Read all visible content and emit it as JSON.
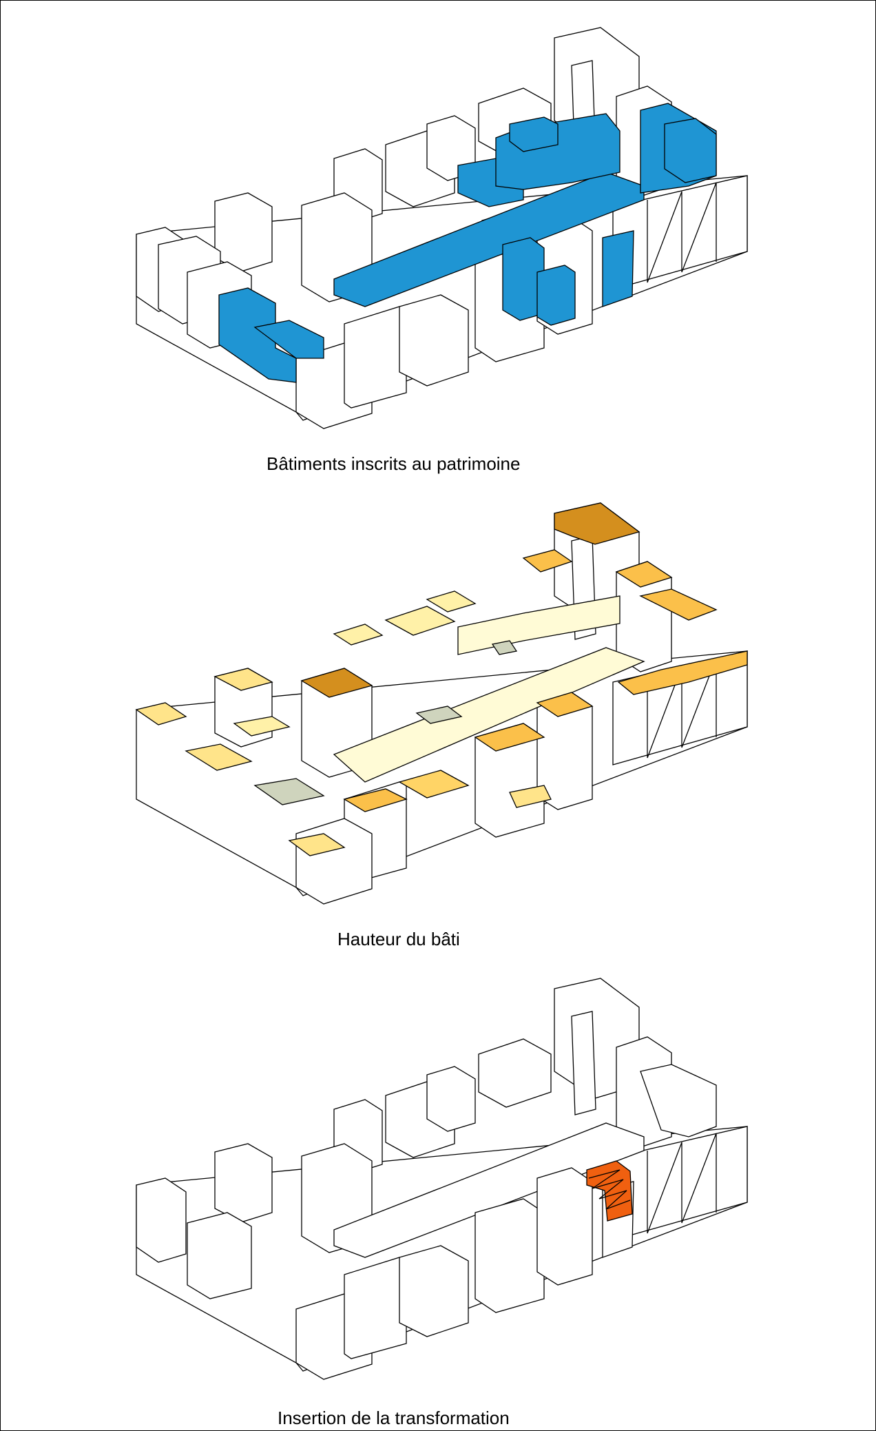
{
  "diagram": {
    "panels": [
      {
        "id": "heritage",
        "caption": "Bâtiments inscrits au patrimoine",
        "highlight_color": "#1f95d3"
      },
      {
        "id": "height",
        "caption": "Hauteur du bâti",
        "palette": [
          "#fffbd6",
          "#fff1a8",
          "#ffe48a",
          "#ffd466",
          "#fbc04a",
          "#d48f1e",
          "#cfd4bd"
        ]
      },
      {
        "id": "insertion",
        "caption": "Insertion de la transformation",
        "highlight_color": "#f06010"
      }
    ],
    "colors": {
      "outline": "#000000",
      "base": "#ffffff"
    }
  }
}
